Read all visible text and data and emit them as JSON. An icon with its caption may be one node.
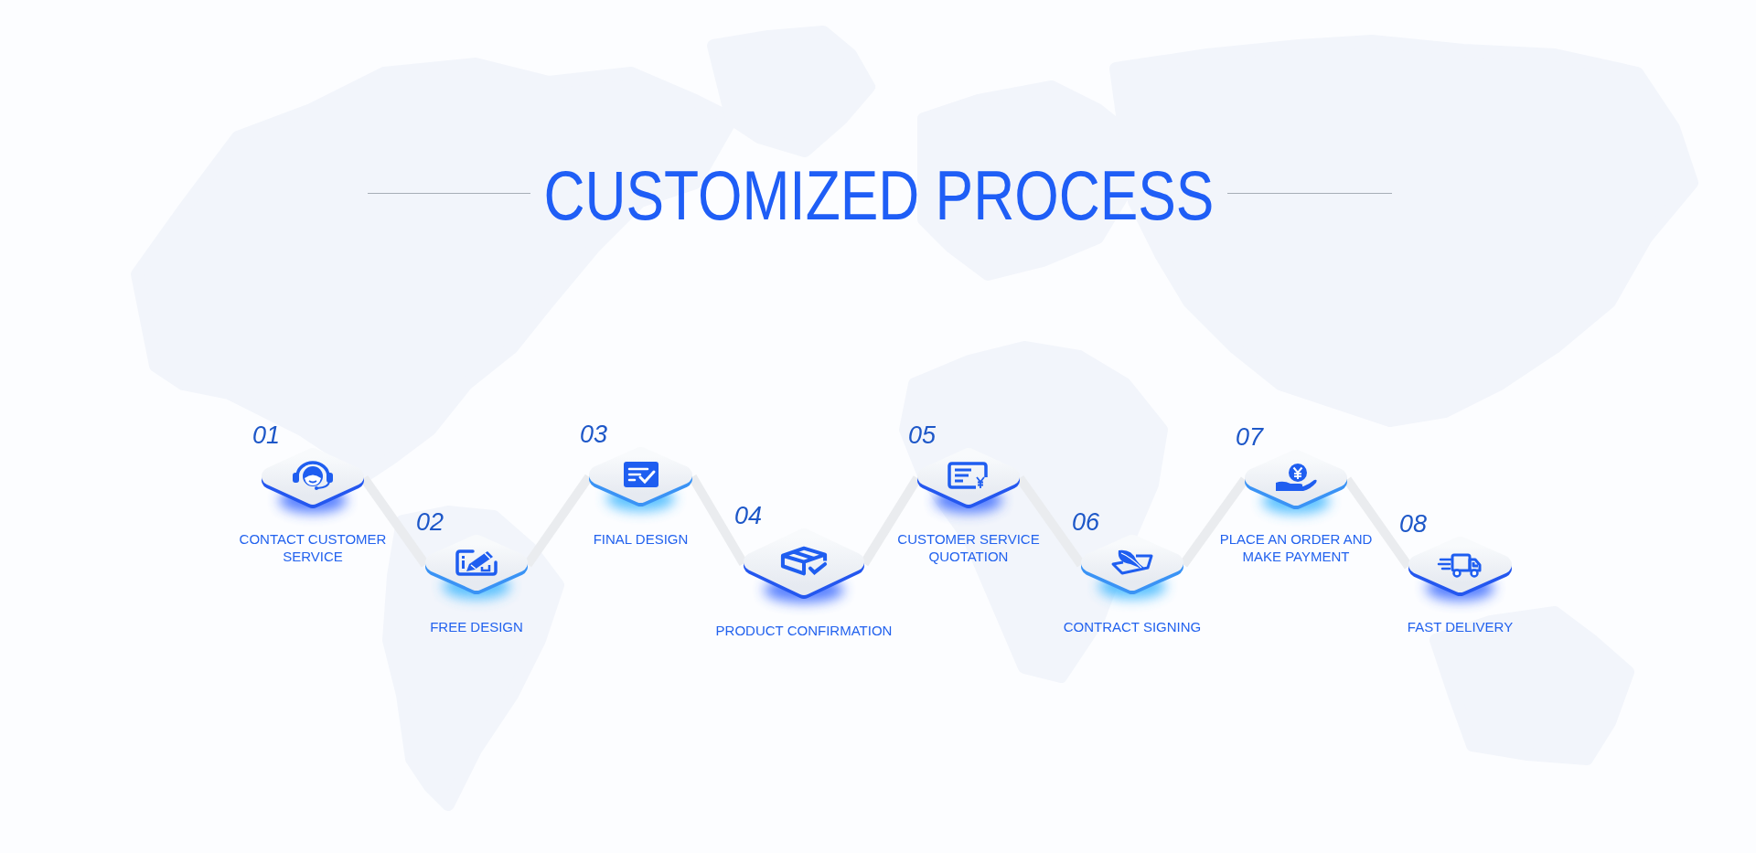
{
  "diagram": {
    "title": "CUSTOMIZED PROCESS",
    "nodes": [
      {
        "text": [
          "CONTACT CUSTOMER SERVICE"
        ],
        "beside": [
          "01"
        ]
      },
      {
        "text": [
          "FREE DESIGN"
        ],
        "beside": [
          "02"
        ]
      },
      {
        "text": [
          "FINAL DESIGN"
        ],
        "beside": [
          "03"
        ]
      },
      {
        "text": [
          "PRODUCT CONFIRMATION"
        ],
        "beside": [
          "04"
        ]
      },
      {
        "text": [
          "CUSTOMER SERVICE QUOTATION"
        ],
        "beside": [
          "05"
        ]
      },
      {
        "text": [
          "CONTRACT SIGNING"
        ],
        "beside": [
          "06"
        ]
      },
      {
        "text": [
          "PLACE AN ORDER AND MAKE PAYMENT"
        ],
        "beside": [
          "07"
        ]
      },
      {
        "text": [
          "FAST DELIVERY"
        ],
        "beside": [
          "08"
        ]
      }
    ],
    "edges": [
      {
        "from": 0,
        "to": 1,
        "arrow": "none"
      },
      {
        "from": 1,
        "to": 2,
        "arrow": "none"
      },
      {
        "from": 2,
        "to": 3,
        "arrow": "none"
      },
      {
        "from": 3,
        "to": 4,
        "arrow": "none"
      },
      {
        "from": 4,
        "to": 5,
        "arrow": "none"
      },
      {
        "from": 5,
        "to": 6,
        "arrow": "none"
      },
      {
        "from": 6,
        "to": 7,
        "arrow": "none"
      }
    ]
  }
}
